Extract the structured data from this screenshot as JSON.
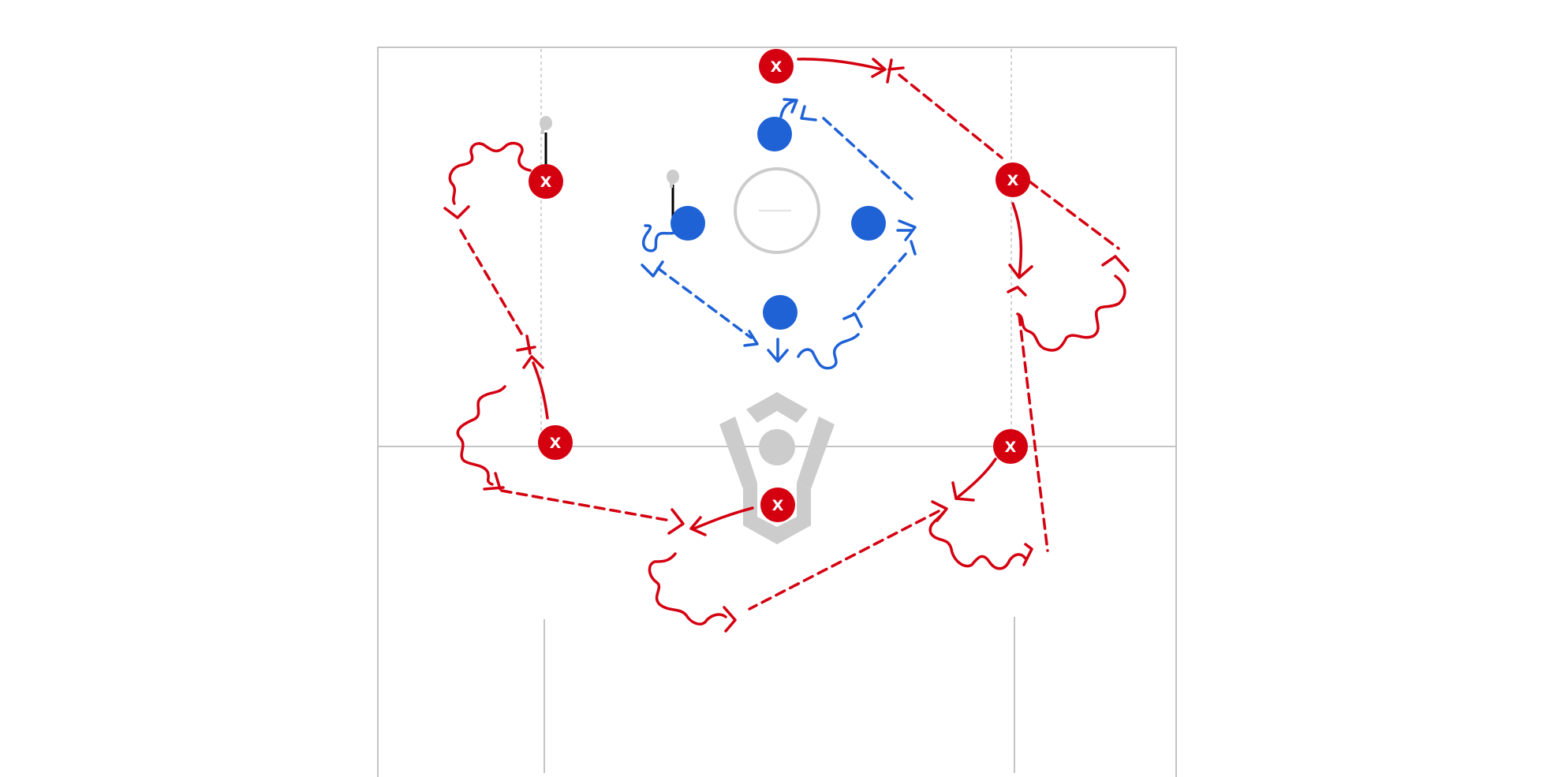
{
  "colors": {
    "offense": "#d40010",
    "defense": "#1f62d6",
    "field_line": "#c4c4c4",
    "equipment": "#cccccc",
    "stick_shaft": "#000000",
    "background": "#ffffff"
  },
  "offense": {
    "marker_label": "X",
    "players": [
      {
        "id": "offense-top"
      },
      {
        "id": "offense-left-high"
      },
      {
        "id": "offense-right-high"
      },
      {
        "id": "offense-left-low"
      },
      {
        "id": "offense-right-low"
      },
      {
        "id": "offense-center"
      }
    ]
  },
  "defense": {
    "players": [
      {
        "id": "defense-top"
      },
      {
        "id": "defense-left"
      },
      {
        "id": "defense-right"
      },
      {
        "id": "defense-bottom"
      }
    ]
  },
  "legend_icons": {
    "pass": "dashed-arrow-icon",
    "run": "solid-arrow-icon",
    "dodge": "wavy-arrow-icon",
    "ball_carrier": "lacrosse-stick-icon",
    "goal": "goal-icon"
  }
}
